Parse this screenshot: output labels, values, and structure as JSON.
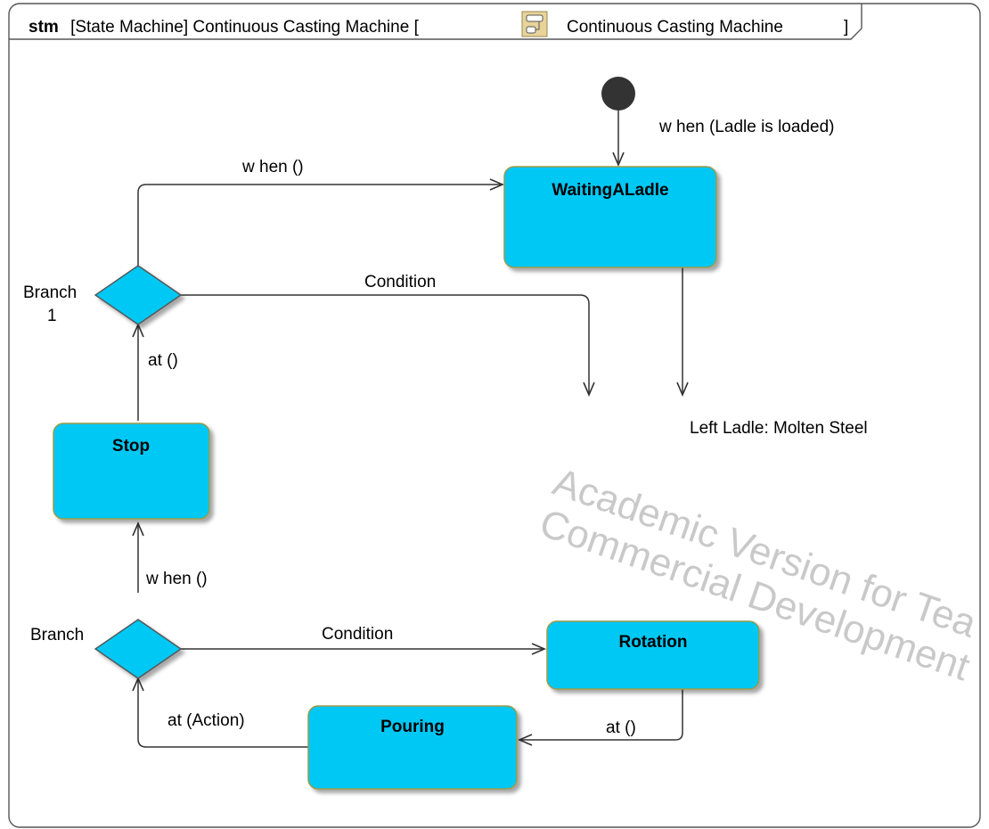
{
  "diagram": {
    "frame": {
      "kind": "stm",
      "title_prefix": "[State Machine] Continuous Casting Machine [",
      "context": "Continuous Casting Machine",
      "title_suffix": "]",
      "context_icon": "state-machine-icon"
    },
    "states": {
      "waiting": "WaitingALadle",
      "stop": "Stop",
      "rotation": "Rotation",
      "pouring": "Pouring"
    },
    "choices": {
      "branch1_line1": "Branch",
      "branch1_line2": "1",
      "branch": "Branch"
    },
    "transitions": {
      "initial_to_waiting": "w hen (Ladle is loaded)",
      "branch1_to_waiting": "w hen ()",
      "branch1_to_rotation": "Condition",
      "waiting_to_rotation": "Left Ladle: Molten Steel",
      "stop_to_branch1": "at ()",
      "branch_to_stop": "w hen ()",
      "branch_to_rotation": "Condition",
      "rotation_to_pouring": "at ()",
      "pouring_to_branch": "at (Action)"
    },
    "watermark": {
      "line1": "Academic Version for Tea",
      "line2": "Commercial Development"
    },
    "colors": {
      "state_fill": "#00c8f5",
      "state_stroke": "#9a9a4a",
      "edge": "#333333",
      "initial": "#333333"
    }
  }
}
